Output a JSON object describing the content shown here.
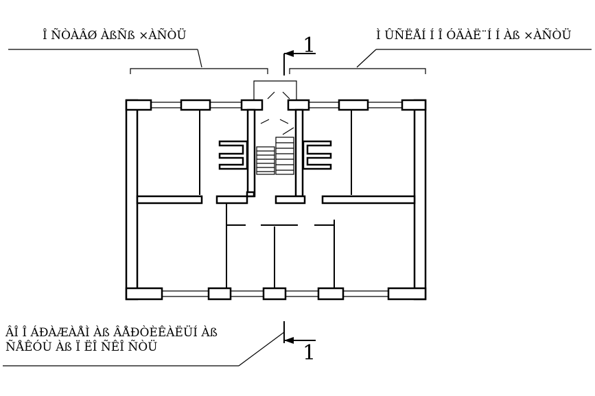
{
  "labels": {
    "top_left": "Î ÑÒÀÂØ ÀßÑß ×ÀÑÒÜ",
    "top_right": "Ì ÛÑËÅÍ Í Î  ÓÄÀË¨Í Í Àß ×ÀÑÒÜ",
    "bottom_line1": "ÂÎ Î ÁÐÀÆÀÅÌ  Àß ÂÅÐÒÈÊÀËÜÍ Àß",
    "bottom_line2": "ÑÅÊÓÙ Àß Ï ËÎ ÑÊÎ ÑÒÜ"
  },
  "section_marks": {
    "top": "1",
    "bottom": "1"
  }
}
